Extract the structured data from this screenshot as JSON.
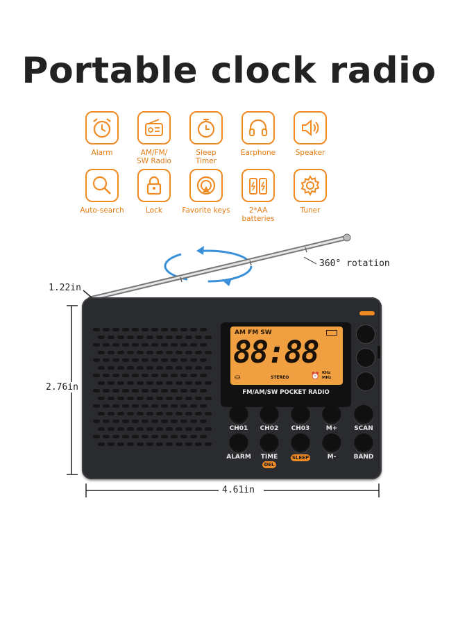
{
  "title": "Portable clock radio",
  "features": [
    {
      "label": "Alarm",
      "icon": "alarm-clock-icon"
    },
    {
      "label": "AM/FM/\nSW Radio",
      "icon": "radio-icon"
    },
    {
      "label": "Sleep\nTimer",
      "icon": "stopwatch-icon"
    },
    {
      "label": "Earphone",
      "icon": "headphones-icon"
    },
    {
      "label": "Speaker",
      "icon": "speaker-icon"
    },
    {
      "label": "Auto-search",
      "icon": "magnifier-icon"
    },
    {
      "label": "Lock",
      "icon": "padlock-icon"
    },
    {
      "label": "Favorite keys",
      "icon": "favorite-icon"
    },
    {
      "label": "2*AA\nbatteries",
      "icon": "batteries-icon"
    },
    {
      "label": "Tuner",
      "icon": "gear-icon"
    }
  ],
  "rotation_label": "360° rotation",
  "dimensions": {
    "depth": "1.22in",
    "height": "2.76in",
    "width": "4.61in"
  },
  "lcd": {
    "bands": "AM FM SW",
    "digits": "88:88",
    "stereo": "STEREO",
    "units": "KHz\nMHz",
    "model": "FM/AM/SW POCKET RADIO"
  },
  "buttons": {
    "row1": [
      "CH01",
      "CH02",
      "CH03",
      "M+",
      "SCAN"
    ],
    "row2": [
      "ALARM",
      "TIME",
      "",
      "M-",
      "BAND"
    ],
    "time_sub": "DEL",
    "sleep_tag": "SLEEP"
  },
  "colors": {
    "accent": "#f08a22",
    "body": "#2a2b2e",
    "lcd": "#f0a041"
  }
}
